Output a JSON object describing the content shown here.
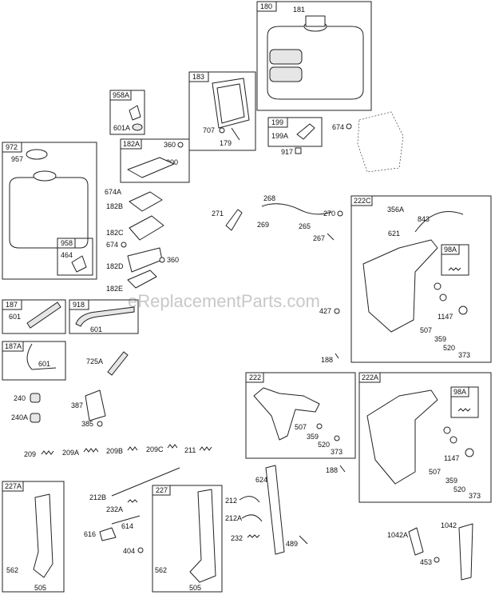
{
  "watermark": "eReplacementParts.com",
  "labels": {
    "l180": "180",
    "l181": "181",
    "l183": "183",
    "l707": "707",
    "l179": "179",
    "l199": "199",
    "l199a": "199A",
    "l917": "917",
    "l674a": "674",
    "l958a": "958A",
    "l601a": "601A",
    "l182a": "182A",
    "l360a": "360",
    "l1200": "1200",
    "l674a2": "674A",
    "l182b": "182B",
    "l182c": "182C",
    "l674b": "674",
    "l182d": "182D",
    "l360b": "360",
    "l182e": "182E",
    "l972": "972",
    "l957": "957",
    "l958": "958",
    "l464": "464",
    "l187": "187",
    "l601b": "601",
    "l918": "918",
    "l601c": "601",
    "l187a": "187A",
    "l601d": "601",
    "l725a": "725A",
    "l240": "240",
    "l240a": "240A",
    "l387": "387",
    "l385": "385",
    "l209": "209",
    "l209a": "209A",
    "l209b": "209B",
    "l209c": "209C",
    "l211": "211",
    "l271": "271",
    "l268": "268",
    "l269": "269",
    "l265": "265",
    "l270": "270",
    "l267": "267",
    "l222c": "222C",
    "l356a": "356A",
    "l843": "843",
    "l621": "621",
    "l98a1": "98A",
    "l1147a": "1147",
    "l507a": "507",
    "l359a": "359",
    "l520a": "520",
    "l373a": "373",
    "l427": "427",
    "l188a": "188",
    "l222": "222",
    "l507b": "507",
    "l359b": "359",
    "l520b": "520",
    "l373b": "373",
    "l222a": "222A",
    "l98a2": "98A",
    "l1147b": "1147",
    "l507c": "507",
    "l359c": "359",
    "l520c": "520",
    "l373c": "373",
    "l188b": "188",
    "l227a": "227A",
    "l562a": "562",
    "l505a": "505",
    "l212b": "212B",
    "l232a": "232A",
    "l616": "616",
    "l614": "614",
    "l404": "404",
    "l227": "227",
    "l562b": "562",
    "l505b": "505",
    "l624": "624",
    "l212": "212",
    "l212a": "212A",
    "l232": "232",
    "l489": "489",
    "l1042a": "1042A",
    "l1042": "1042",
    "l453": "453"
  }
}
